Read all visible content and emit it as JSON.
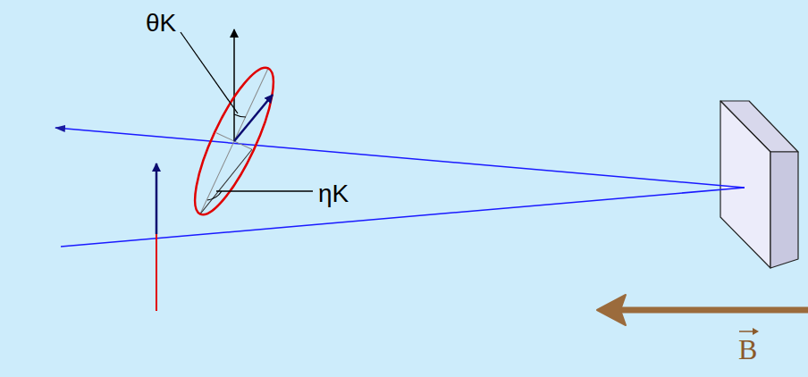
{
  "diagram": {
    "labels": [
      "θK",
      "ηK",
      "B"
    ]
  }
}
